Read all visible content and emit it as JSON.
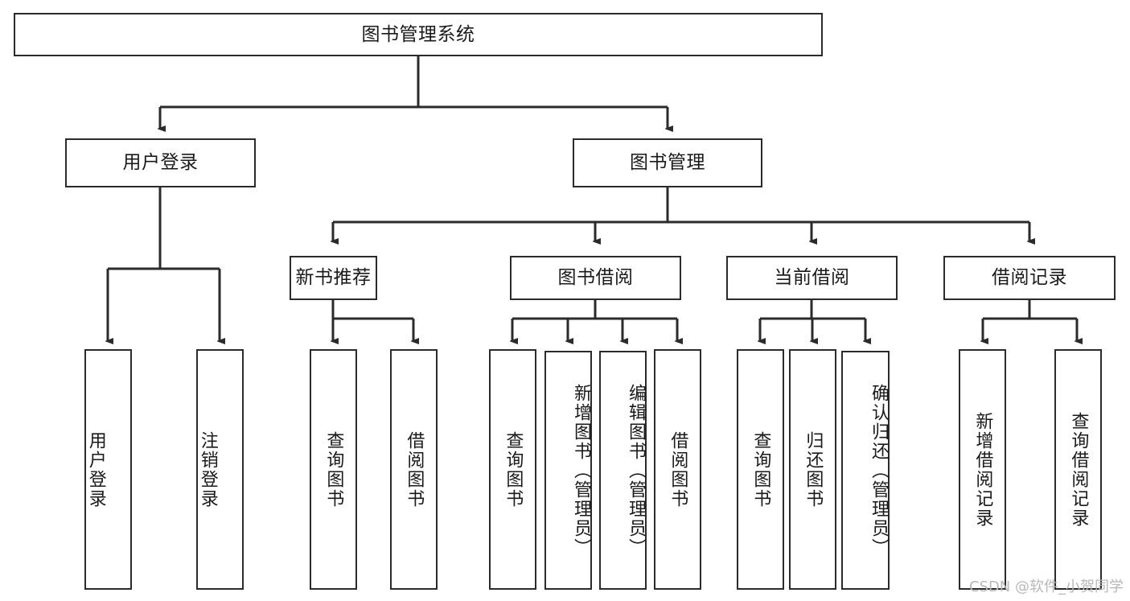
{
  "diagram": {
    "title": "图书管理系统",
    "type": "tree-hierarchy-diagram",
    "watermark": "CSDN @软件_小贺同学",
    "colors": {
      "stroke": "#2b2b2b",
      "fill": "#ffffff",
      "text": "#1a1a1a",
      "watermark": "#b8b8b8"
    },
    "root": {
      "label": "图书管理系统"
    },
    "level2": [
      {
        "id": "user-login",
        "label": "用户登录"
      },
      {
        "id": "book-manage",
        "label": "图书管理"
      }
    ],
    "level3": [
      {
        "id": "new-book-recommend",
        "label": "新书推荐",
        "parent": "book-manage"
      },
      {
        "id": "book-borrow",
        "label": "图书借阅",
        "parent": "book-manage"
      },
      {
        "id": "current-borrow",
        "label": "当前借阅",
        "parent": "book-manage"
      },
      {
        "id": "borrow-record",
        "label": "借阅记录",
        "parent": "book-manage"
      }
    ],
    "leaves": {
      "user-login": [
        {
          "id": "leaf-user-login",
          "label": "用户登录"
        },
        {
          "id": "leaf-logout-login",
          "label": "注销登录"
        }
      ],
      "new-book-recommend": [
        {
          "id": "leaf-query-book-1",
          "label": "查询图书"
        },
        {
          "id": "leaf-borrow-book-1",
          "label": "借阅图书"
        }
      ],
      "book-borrow": [
        {
          "id": "leaf-query-book-2",
          "label": "查询图书"
        },
        {
          "id": "leaf-add-book",
          "label": "新增图书（管理员）"
        },
        {
          "id": "leaf-edit-book",
          "label": "编辑图书（管理员）"
        },
        {
          "id": "leaf-borrow-book-2",
          "label": "借阅图书"
        }
      ],
      "current-borrow": [
        {
          "id": "leaf-query-book-3",
          "label": "查询图书"
        },
        {
          "id": "leaf-return-book",
          "label": "归还图书"
        },
        {
          "id": "leaf-confirm-return",
          "label": "确认归还（管理员）"
        }
      ],
      "borrow-record": [
        {
          "id": "leaf-add-record",
          "label": "新增借阅记录"
        },
        {
          "id": "leaf-query-record",
          "label": "查询借阅记录"
        }
      ]
    }
  }
}
